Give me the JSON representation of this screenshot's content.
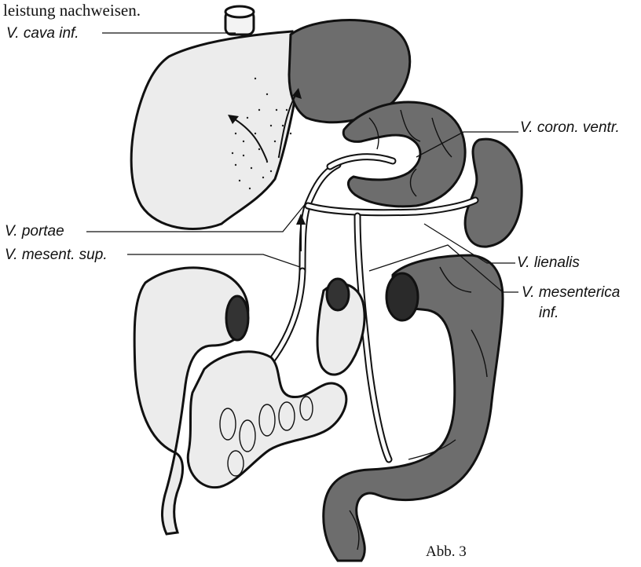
{
  "header_text": "leistung nachweisen.",
  "labels": {
    "v_cava_inf": "V. cava inf.",
    "v_coron_ventr": "V. coron. ventr.",
    "v_portae": "V. portae",
    "v_mesent_sup": "V. mesent. sup.",
    "v_lienalis": "V. lienalis",
    "v_mesenterica": "V. mesenterica",
    "v_mesenterica_2": "inf."
  },
  "caption": "Abb. 3"
}
